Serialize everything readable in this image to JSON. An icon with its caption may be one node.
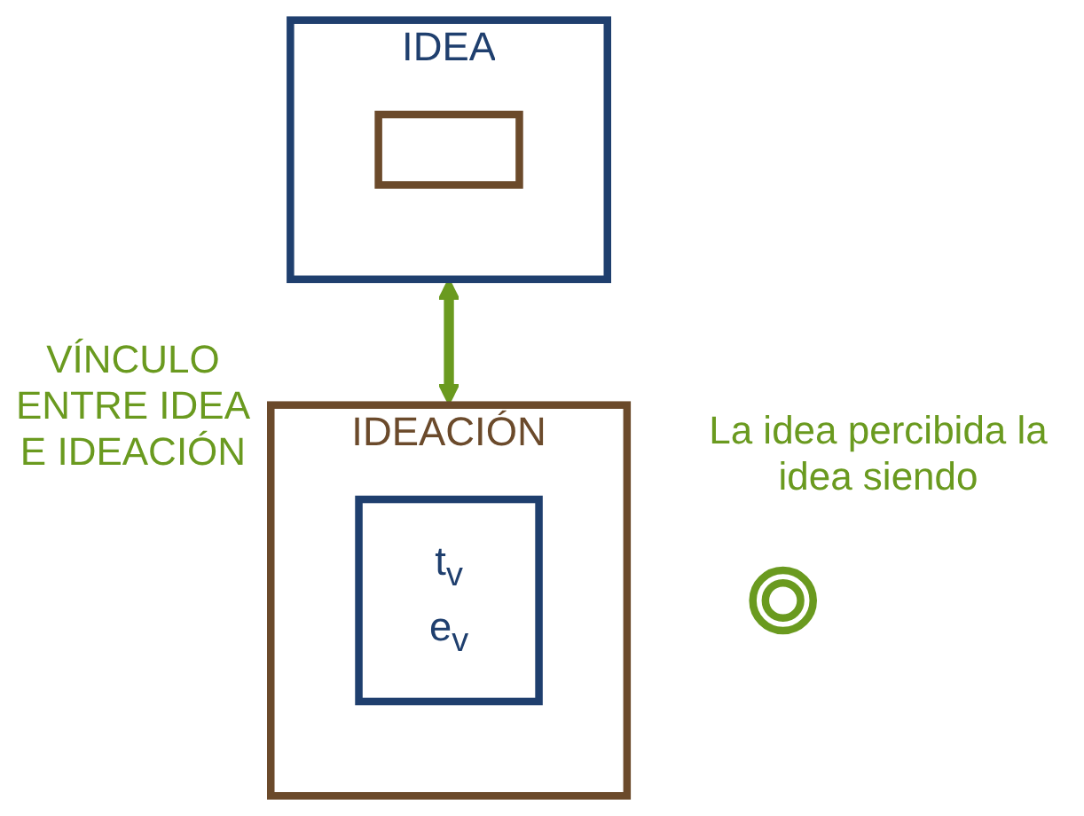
{
  "diagram": {
    "nodes": [
      {
        "text": [
          "IDEA"
        ]
      },
      {
        "text": [],
        "shape": "box",
        "in": 0
      },
      {
        "text": [
          "IDEACIÓN"
        ]
      },
      {
        "text": [
          "t$_{v}$",
          "e$_{v}$"
        ],
        "in": 2
      },
      {
        "text": [],
        "shape": "circle"
      }
    ],
    "edges": [
      {
        "from": 2,
        "to": 0,
        "arrow": "both"
      }
    ],
    "labels": [
      "VÍNCULO ENTRE IDEA E IDEACIÓN",
      "La idea percibida la idea siendo"
    ]
  }
}
